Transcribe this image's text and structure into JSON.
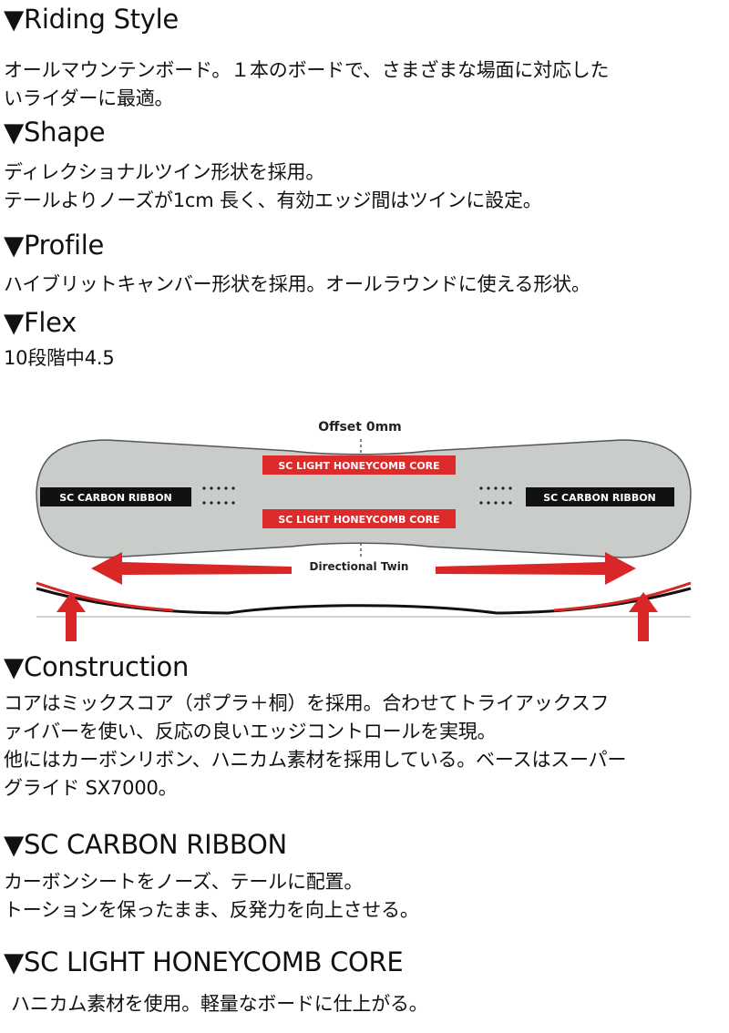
{
  "sections": {
    "riding_style": {
      "heading": "▼Riding Style",
      "lines": [
        "オールマウンテンボード。１本のボードで、さまざまな場面に対応した",
        "いライダーに最適。"
      ]
    },
    "shape": {
      "heading": "▼Shape",
      "lines": [
        "ディレクショナルツイン形状を採用。",
        "テールよりノーズが1cm 長く、有効エッジ間はツインに設定。"
      ]
    },
    "profile": {
      "heading": "▼Profile",
      "lines": [
        "ハイブリットキャンバー形状を採用。オールラウンドに使える形状。"
      ]
    },
    "flex": {
      "heading": "▼Flex",
      "lines": [
        "10段階中4.5"
      ]
    },
    "construction": {
      "heading": "▼Construction",
      "lines": [
        "コアはミックスコア（ポプラ＋桐）を採用。合わせてトライアックスフ",
        "ァイバーを使い、反応の良いエッジコントロールを実現。",
        "他にはカーボンリボン、ハニカム素材を採用している。ベースはスーパー",
        "グライド SX7000。"
      ]
    },
    "sc_carbon_ribbon": {
      "heading": "▼SC CARBON RIBBON",
      "lines": [
        "カーボンシートをノーズ、テールに配置。",
        "トーションを保ったまま、反発力を向上させる。"
      ]
    },
    "sc_light_honeycomb_core": {
      "heading": "▼SC LIGHT HONEYCOMB CORE",
      "lines": [
        "ハニカム素材を使用。軽量なボードに仕上がる。"
      ]
    }
  },
  "diagram": {
    "offset_label": "Offset 0mm",
    "directional_label": "Directional Twin",
    "honeycomb_label_top": "SC LIGHT HONEYCOMB CORE",
    "honeycomb_label_bottom": "SC LIGHT HONEYCOMB CORE",
    "carbon_label_left": "SC CARBON RIBBON",
    "carbon_label_right": "SC CARBON RIBBON",
    "colors": {
      "board_fill": "#c9cdc9",
      "board_outline": "#555555",
      "label_red": "#dd2a2a",
      "label_black": "#111111",
      "arrow_red": "#d92626"
    }
  }
}
